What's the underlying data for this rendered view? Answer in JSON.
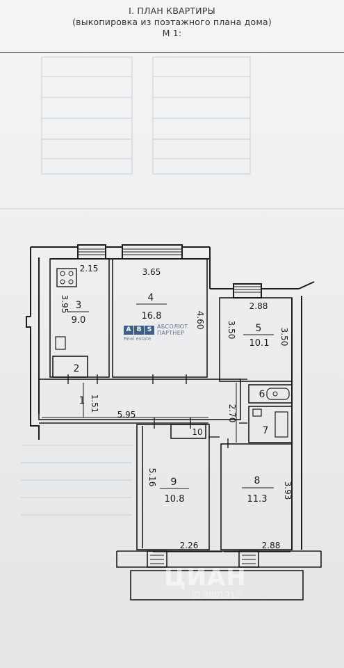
{
  "header": {
    "title": "I. ПЛАН КВАРТИРЫ",
    "subtitle": "(выкопировка из поэтажного плана дома)",
    "scale": "М 1:"
  },
  "rooms": [
    {
      "number": "1",
      "area": "",
      "dim_a": "1.51",
      "dim_b": "5.95"
    },
    {
      "number": "2",
      "area": ""
    },
    {
      "number": "3",
      "area": "9.0",
      "dim_a": "2.15",
      "dim_b": "3.95"
    },
    {
      "number": "4",
      "area": "16.8",
      "dim_a": "3.65",
      "dim_b": "4.60"
    },
    {
      "number": "5",
      "area": "10.1",
      "dim_a": "2.88",
      "dim_b": "3.50",
      "dim_c": "3.50"
    },
    {
      "number": "6",
      "area": ""
    },
    {
      "number": "7",
      "area": "",
      "dim_a": "2.70"
    },
    {
      "number": "8",
      "area": "11.3",
      "dim_a": "2.88",
      "dim_b": "3.93"
    },
    {
      "number": "9",
      "area": "10.8",
      "dim_a": "2.26",
      "dim_b": "5.16"
    },
    {
      "number": "10",
      "area": ""
    }
  ],
  "logo": {
    "letters": [
      "A",
      "B",
      "S"
    ],
    "line1": "АБСОЛЮТ",
    "line2": "ПАРТНЕР",
    "line3": "Real estate"
  },
  "watermark": {
    "brand": "ЦИАН",
    "id": "ID 4801913"
  }
}
